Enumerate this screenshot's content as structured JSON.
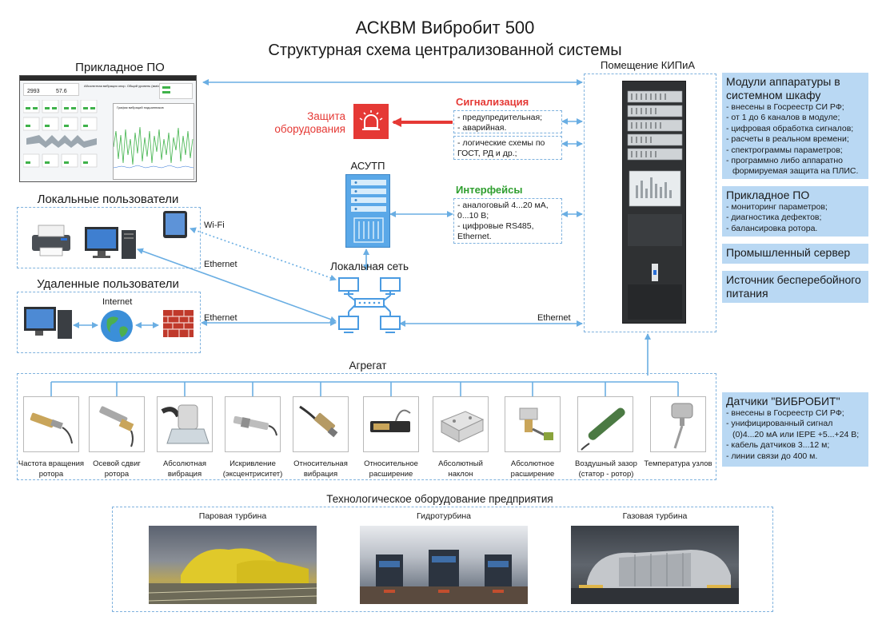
{
  "title": {
    "line1": "АСКВМ Вибробит 500",
    "line2": "Структурная схема централизованной системы"
  },
  "software_panel": {
    "title": "Прикладное ПО",
    "screen": {
      "value1": "2993",
      "value2": "57.6",
      "tabs_label": "Абсолютная вибрация опор. Общий уровень (мм/с)",
      "graph_label": "График вибраций подшипников"
    }
  },
  "protection": {
    "label": "Защита оборудования",
    "icon": "alarm-siren-icon",
    "color": "#e53935"
  },
  "signaling": {
    "title": "Сигнализация",
    "items": [
      "- предупредительная;",
      "- аварийная."
    ],
    "logic": "- логические схемы по ГОСТ, РД и др.;",
    "color": "#e53935"
  },
  "asutp": {
    "label": "АСУТП"
  },
  "interfaces": {
    "title": "Интерфейсы",
    "items": [
      "- аналоговый 4...20 мА,",
      "0...10 В;",
      "- цифровые RS485,",
      "Ethernet."
    ],
    "color": "#2e9e2e"
  },
  "kip_room": {
    "title": "Помещение КИПиА"
  },
  "local_users": {
    "title": "Локальные пользователи",
    "wifi": "Wi-Fi",
    "ethernet": "Ethernet"
  },
  "remote_users": {
    "title": "Удаленные пользователи",
    "internet": "Internet",
    "ethernet": "Ethernet"
  },
  "network": {
    "label": "Локальная  сеть",
    "ethernet_right": "Ethernet"
  },
  "right_panel": {
    "modules": {
      "title": "Модули аппаратуры в системном шкафу",
      "items": [
        "- внесены в Госреестр СИ РФ;",
        "- от 1 до 6 каналов в модуле;",
        "- цифровая обработка сигналов;",
        "- расчеты в реальном времени;",
        "- спектрограммы параметров;",
        "- программно либо аппаратно",
        "  формируемая защита на ПЛИС."
      ]
    },
    "software": {
      "title": "Прикладное ПО",
      "items": [
        "- мониторинг параметров;",
        "- диагностика дефектов;",
        "- балансировка ротора."
      ]
    },
    "server": {
      "title": "Промышленный сервер"
    },
    "ups": {
      "title": "Источник бесперебойного питания"
    },
    "sensors": {
      "title": "Датчики \"ВИБРОБИТ\"",
      "items": [
        "- внесены в Госреестр СИ РФ;",
        "- унифицированный сигнал",
        "  (0)4...20 мА или IEPE +5...+24 В;",
        "- кабель датчиков 3...12 м;",
        "- линии связи до 400 м."
      ]
    }
  },
  "aggregate": {
    "title": "Агрегат",
    "sensors": [
      {
        "line1": "Частота вращения",
        "line2": "ротора"
      },
      {
        "line1": "Осевой сдвиг",
        "line2": "ротора"
      },
      {
        "line1": "Абсолютная",
        "line2": "вибрация"
      },
      {
        "line1": "Искривление",
        "line2": "(эксцентриситет)"
      },
      {
        "line1": "Относительная",
        "line2": "вибрация"
      },
      {
        "line1": "Относительное",
        "line2": "расширение"
      },
      {
        "line1": "Абсолютный",
        "line2": "наклон"
      },
      {
        "line1": "Абсолютное",
        "line2": "расширение"
      },
      {
        "line1": "Воздушный зазор",
        "line2": "(статор - ротор)"
      },
      {
        "line1": "Температура узлов",
        "line2": ""
      }
    ]
  },
  "equipment": {
    "title": "Технологическое оборудование предприятия",
    "items": [
      {
        "label": "Паровая турбина"
      },
      {
        "label": "Гидротурбина"
      },
      {
        "label": "Газовая турбина"
      }
    ]
  },
  "colors": {
    "arrow": "#6aaee3",
    "dash": "#7fb2de",
    "info_box": "#b9d8f3",
    "red": "#e53935",
    "green": "#2e9e2e"
  }
}
